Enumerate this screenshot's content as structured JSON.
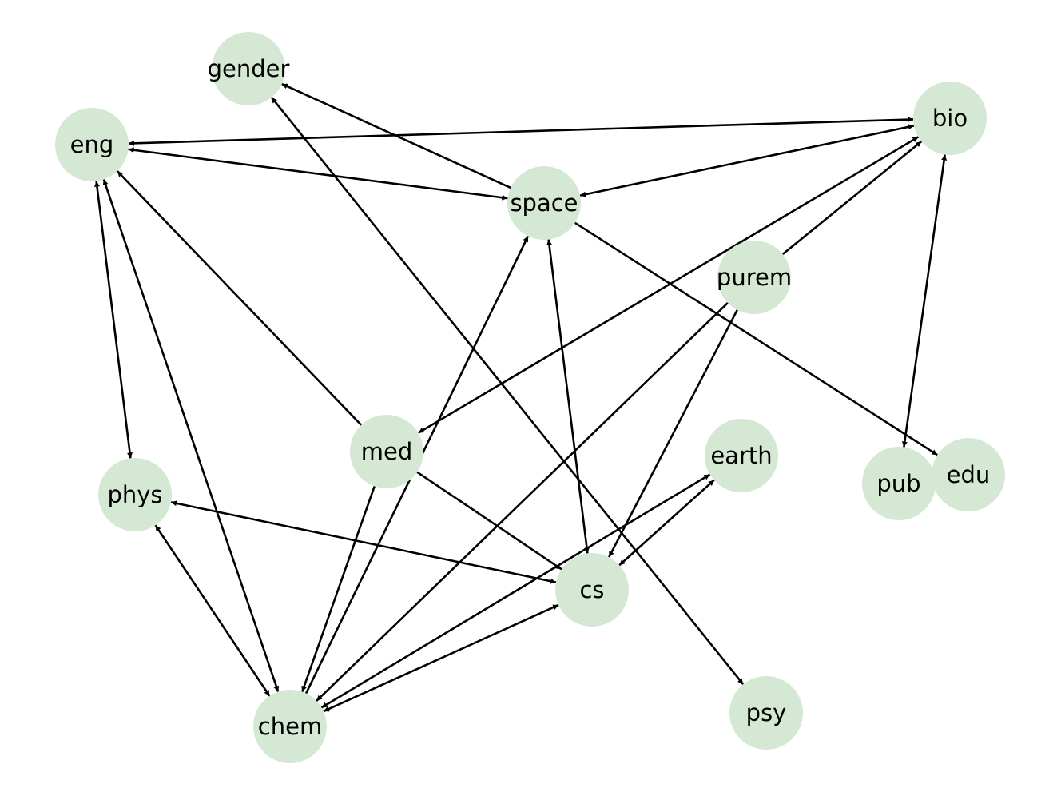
{
  "graph": {
    "nodes": [
      {
        "id": "gender",
        "label": "gender"
      },
      {
        "id": "eng",
        "label": "eng"
      },
      {
        "id": "bio",
        "label": "bio"
      },
      {
        "id": "space",
        "label": "space"
      },
      {
        "id": "purem",
        "label": "purem"
      },
      {
        "id": "med",
        "label": "med"
      },
      {
        "id": "earth",
        "label": "earth"
      },
      {
        "id": "phys",
        "label": "phys"
      },
      {
        "id": "pub",
        "label": "pub"
      },
      {
        "id": "edu",
        "label": "edu"
      },
      {
        "id": "cs",
        "label": "cs"
      },
      {
        "id": "chem",
        "label": "chem"
      },
      {
        "id": "psy",
        "label": "psy"
      }
    ],
    "edges": [
      {
        "from": "eng",
        "to": "bio",
        "directed": "both"
      },
      {
        "from": "eng",
        "to": "space",
        "directed": "both"
      },
      {
        "from": "eng",
        "to": "phys",
        "directed": "both"
      },
      {
        "from": "eng",
        "to": "chem",
        "directed": "both"
      },
      {
        "from": "med",
        "to": "eng",
        "directed": "forward"
      },
      {
        "from": "med",
        "to": "cs",
        "directed": "forward"
      },
      {
        "from": "med",
        "to": "chem",
        "directed": "forward"
      },
      {
        "from": "bio",
        "to": "med",
        "directed": "both"
      },
      {
        "from": "bio",
        "to": "space",
        "directed": "both"
      },
      {
        "from": "bio",
        "to": "pub",
        "directed": "both"
      },
      {
        "from": "purem",
        "to": "bio",
        "directed": "forward"
      },
      {
        "from": "purem",
        "to": "chem",
        "directed": "forward"
      },
      {
        "from": "purem",
        "to": "cs",
        "directed": "forward"
      },
      {
        "from": "space",
        "to": "gender",
        "directed": "forward"
      },
      {
        "from": "space",
        "to": "edu",
        "directed": "forward"
      },
      {
        "from": "space",
        "to": "cs",
        "directed": "both"
      },
      {
        "from": "chem",
        "to": "space",
        "directed": "forward"
      },
      {
        "from": "gender",
        "to": "psy",
        "directed": "both"
      },
      {
        "from": "phys",
        "to": "cs",
        "directed": "both"
      },
      {
        "from": "phys",
        "to": "chem",
        "directed": "both"
      },
      {
        "from": "chem",
        "to": "cs",
        "directed": "both"
      },
      {
        "from": "chem",
        "to": "earth",
        "directed": "both"
      },
      {
        "from": "earth",
        "to": "cs",
        "directed": "both"
      }
    ]
  }
}
